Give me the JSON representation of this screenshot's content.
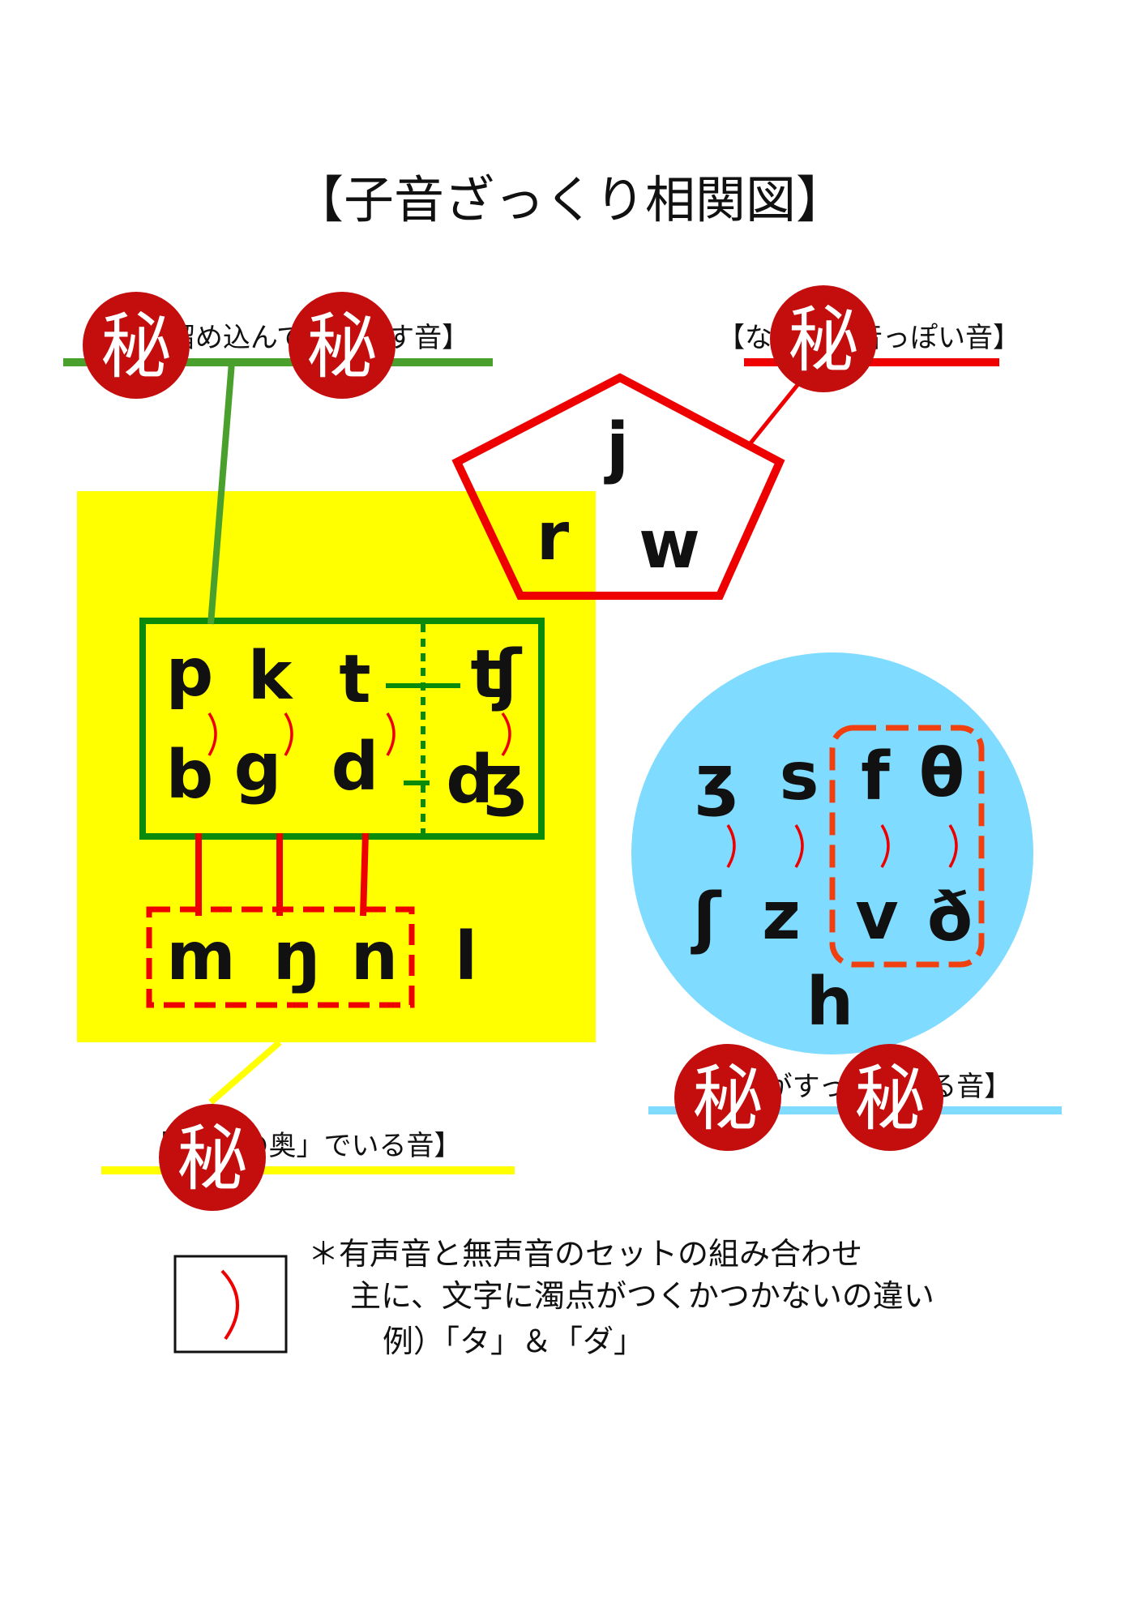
{
  "title": "【子音ざっくり相関図】",
  "groups": {
    "plosive_label": "【息を溜め込んで吐き出す音】",
    "semivowel_label": "【なんか母音っぽい音】",
    "fricative_label": "【息がすっと抜ける音】",
    "nasal_label": "【「はなの奥」でいる音】"
  },
  "phonemes": {
    "plosive_voiceless": [
      "p",
      "k",
      "t",
      "ʧ"
    ],
    "plosive_voiced": [
      "b",
      "g",
      "d",
      "ʤ"
    ],
    "nasals": [
      "m",
      "ŋ",
      "n"
    ],
    "lateral": "l",
    "semivowels": [
      "j",
      "r",
      "w"
    ],
    "fricative_voiced_top": [
      "ʒ",
      "s",
      "f",
      "θ"
    ],
    "fricative_bottom": [
      "ʃ",
      "z",
      "v",
      "ð"
    ],
    "glottal": "h"
  },
  "seal_char": "秘",
  "legend": {
    "line1": "＊有声音と無声音のセットの組み合わせ",
    "line2": "主に、文字に濁点がつくかつかないの違い",
    "line3": "例）「タ」＆「ダ」"
  },
  "colors": {
    "yellow": "#ffff00",
    "green": "#0a8a0a",
    "line_green": "#4aa02c",
    "red": "#ee0000",
    "light_blue": "#7fdbff",
    "seal_red": "#c40d0d",
    "dash_red": "#f04010"
  }
}
